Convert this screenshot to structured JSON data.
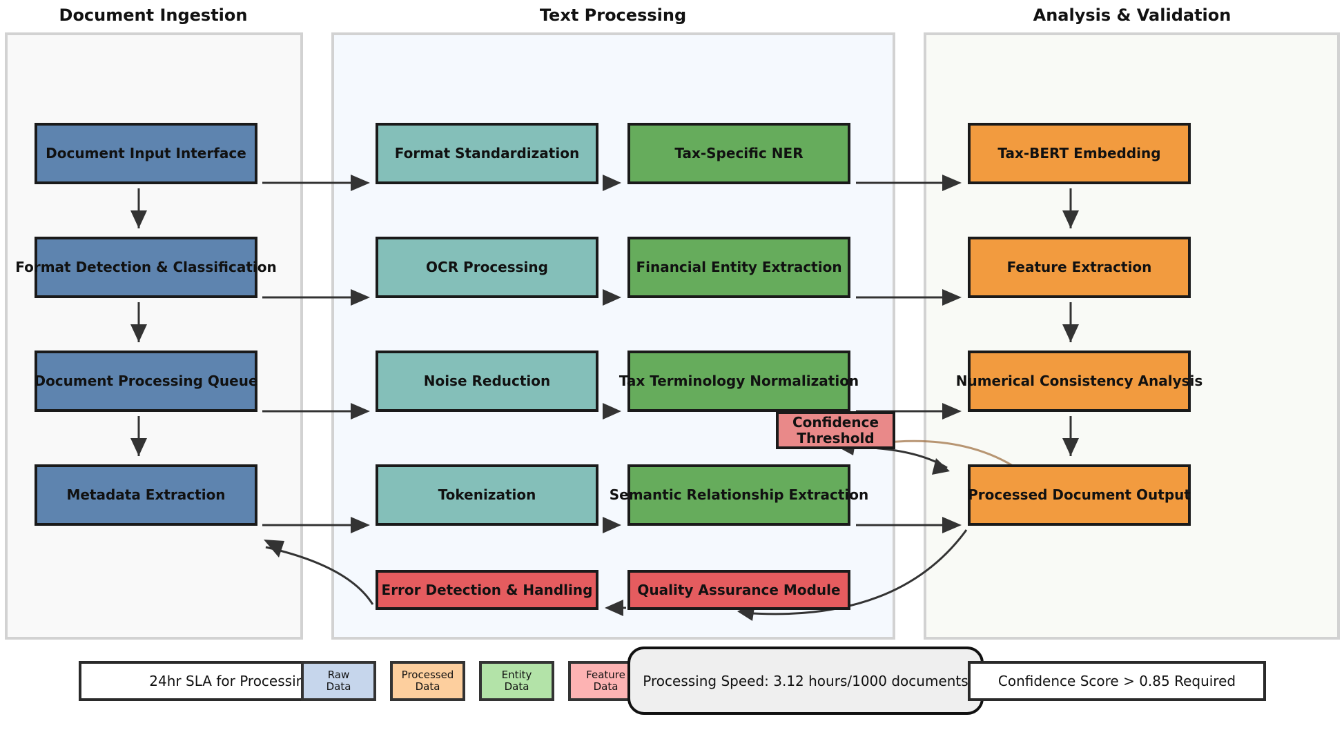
{
  "lanes": {
    "ingestion": "Document Ingestion",
    "processing": "Text Processing",
    "analysis": "Analysis & Validation"
  },
  "nodes": {
    "doc_input": "Document Input Interface",
    "format_detect": "Format Detection & Classification",
    "proc_queue": "Document Processing Queue",
    "metadata": "Metadata Extraction",
    "format_std": "Format Standardization",
    "ocr": "OCR Processing",
    "noise": "Noise Reduction",
    "tokenization": "Tokenization",
    "tax_ner": "Tax-Specific NER",
    "fin_entity": "Financial Entity Extraction",
    "tax_term": "Tax Terminology Normalization",
    "semantic": "Semantic Relationship Extraction",
    "tax_bert": "Tax-BERT Embedding",
    "feature_ext": "Feature Extraction",
    "numerical": "Numerical Consistency Analysis",
    "output": "Processed Document Output",
    "error": "Error Detection & Handling",
    "qa": "Quality Assurance Module",
    "confidence_line1": "Confidence",
    "confidence_line2": "Threshold"
  },
  "footer": {
    "sla": "24hr SLA for Processing",
    "speed": "Processing Speed: 3.12 hours/1000 documents",
    "confidence_req": "Confidence Score > 0.85 Required"
  },
  "legend": [
    {
      "line1": "Raw",
      "line2": "Data",
      "color": "#c6d6ec"
    },
    {
      "line1": "Processed",
      "line2": "Data",
      "color": "#fdcf9e"
    },
    {
      "line1": "Entity",
      "line2": "Data",
      "color": "#b3e3a8"
    },
    {
      "line1": "Feature",
      "line2": "Data",
      "color": "#fdb3b3"
    }
  ],
  "colors": {
    "ingestion": "#5e84af",
    "processing": "#84bfb9",
    "entity": "#66ac5c",
    "analysis": "#f29b3f",
    "error": "#e55c5f",
    "confidence": "#e98989",
    "lane_ingestion_bg": "#f9f9f9",
    "lane_processing_bg": "#f5f9fe",
    "lane_analysis_bg": "#f9faf6",
    "arrow": "#333333"
  }
}
